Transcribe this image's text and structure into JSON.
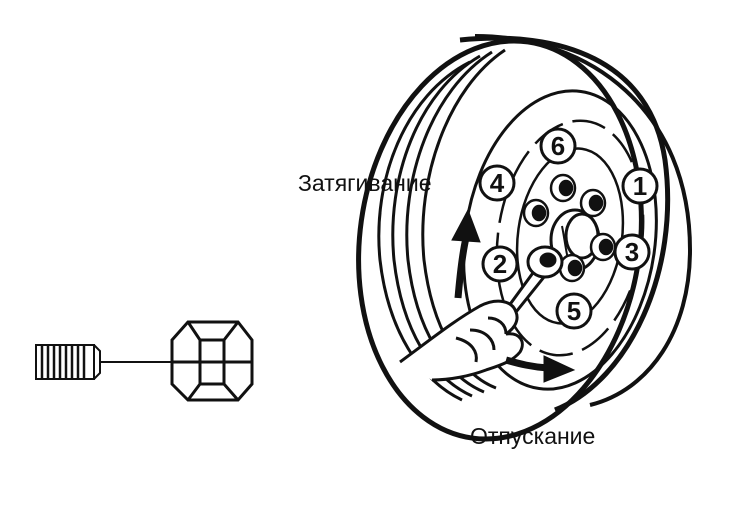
{
  "labels": {
    "tightening": "Затягивание",
    "loosening": "Отпускание"
  },
  "sequence": [
    {
      "id": "1",
      "label": "1"
    },
    {
      "id": "2",
      "label": "2"
    },
    {
      "id": "3",
      "label": "3"
    },
    {
      "id": "4",
      "label": "4"
    },
    {
      "id": "5",
      "label": "5"
    },
    {
      "id": "6",
      "label": "6"
    }
  ],
  "colors": {
    "ink": "#111111",
    "background": "#ffffff"
  },
  "icons": {
    "stud": "wheel-stud-icon",
    "nut": "lug-nut-icon",
    "wheel": "wheel-icon",
    "wrench": "wrench-icon",
    "hand": "hand-icon"
  }
}
